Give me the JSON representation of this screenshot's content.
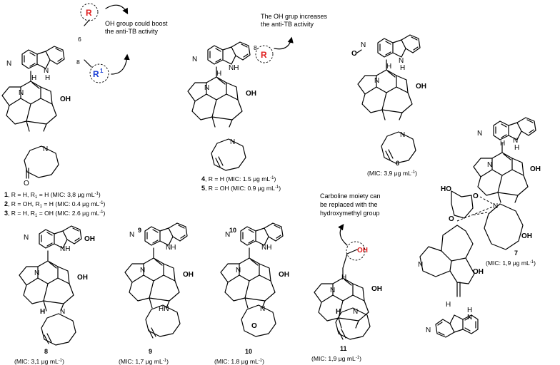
{
  "colors": {
    "red": "#e02020",
    "blue": "#1a3fd6",
    "ink": "#000000"
  },
  "atoms": {
    "N": "N",
    "H": "H",
    "NH": "NH",
    "HN": "HN",
    "OH": "OH",
    "HO": "HO",
    "O": "O",
    "R": "R",
    "R1": "R",
    "sup1": "1",
    "pos6": "6",
    "pos8": "8"
  },
  "annotations": {
    "oh_boost": [
      "OH group could boost",
      "the anti-TB activity"
    ],
    "oh_increase": [
      "The OH grup increases",
      "the anti-TB activity"
    ],
    "carboline": [
      "Carboline moiety can",
      "be replaced with the",
      "hydroxymethyl group"
    ]
  },
  "compound_1_3": {
    "l1_num": "1",
    "l1_text": ", R = H, R",
    "l1_sub": "1",
    "l1_rest": " = H (MIC: 3,8 μg mL",
    "l1_sup": "-1",
    "l1_end": ")",
    "l2_num": "2",
    "l2_text": ", R = OH, R",
    "l2_sub": "1",
    "l2_rest": " = H (MIC: 0.4 μg mL",
    "l2_sup": "-1",
    "l2_end": ")",
    "l3_num": "3",
    "l3_text": ", R = H, R",
    "l3_sub": "1",
    "l3_rest": " = OH (MIC: 2.6 μg mL",
    "l3_sup": "-1",
    "l3_end": ")"
  },
  "compound_4_5": {
    "l1_num": "4",
    "l1_text": ", R = H  (MIC: 1.5 μg mL",
    "l1_sup": "-1",
    "l1_end": ")",
    "l2_num": "5",
    "l2_text": ", R = OH (MIC: 0.9 μg mL",
    "l2_sup": "-1",
    "l2_end": ")"
  },
  "compound_6": {
    "num": "6",
    "mic": "(MIC: 3,9 μg mL",
    "sup": "-1",
    "end": ")"
  },
  "compound_7": {
    "num": "7",
    "mic": "(MIC: 1,9 μg mL",
    "sup": "-1",
    "end": ")"
  },
  "compound_8": {
    "num": "8",
    "mic": "(MIC: 3,1 μg mL",
    "sup": "-1",
    "end": ")"
  },
  "compound_9": {
    "num": "9",
    "mic": "(MIC: 1,7 μg mL",
    "sup": "-1",
    "end": ")"
  },
  "compound_10": {
    "num": "10",
    "mic": "(MIC: 1.8 μg mL",
    "sup": "-1",
    "end": ")"
  },
  "compound_11": {
    "num": "11",
    "mic": "(MIC: 1,9 μg mL",
    "sup": "-1",
    "end": ")"
  }
}
